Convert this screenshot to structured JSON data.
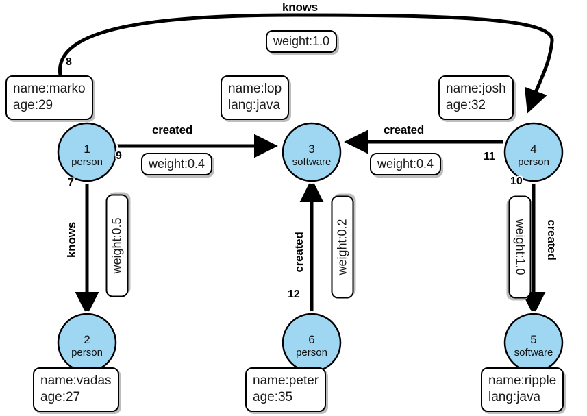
{
  "graph": {
    "type": "property-graph",
    "node_fill_color": "#9fd7f3",
    "node_stroke_color": "#000000",
    "edge_color": "#000000",
    "background_color": "#ffffff",
    "nodes": [
      {
        "id": "1",
        "type": "person",
        "props": [
          "name:marko",
          "age:29"
        ]
      },
      {
        "id": "2",
        "type": "person",
        "props": [
          "name:vadas",
          "age:27"
        ]
      },
      {
        "id": "3",
        "type": "software",
        "props": [
          "name:lop",
          "lang:java"
        ]
      },
      {
        "id": "4",
        "type": "person",
        "props": [
          "name:josh",
          "age:32"
        ]
      },
      {
        "id": "5",
        "type": "software",
        "props": [
          "name:ripple",
          "lang:java"
        ]
      },
      {
        "id": "6",
        "type": "person",
        "props": [
          "name:peter",
          "age:35"
        ]
      }
    ],
    "edges": [
      {
        "id": "8",
        "label": "knows",
        "prop": "weight:1.0",
        "from": "1",
        "to": "4"
      },
      {
        "id": "9",
        "label": "created",
        "prop": "weight:0.4",
        "from": "1",
        "to": "3"
      },
      {
        "id": "7",
        "label": "knows",
        "prop": "weight:0.5",
        "from": "1",
        "to": "2"
      },
      {
        "id": "11",
        "label": "created",
        "prop": "weight:0.4",
        "from": "4",
        "to": "3"
      },
      {
        "id": "10",
        "label": "created",
        "prop": "weight:1.0",
        "from": "4",
        "to": "5"
      },
      {
        "id": "12",
        "label": "created",
        "prop": "weight:0.2",
        "from": "6",
        "to": "3"
      }
    ]
  }
}
